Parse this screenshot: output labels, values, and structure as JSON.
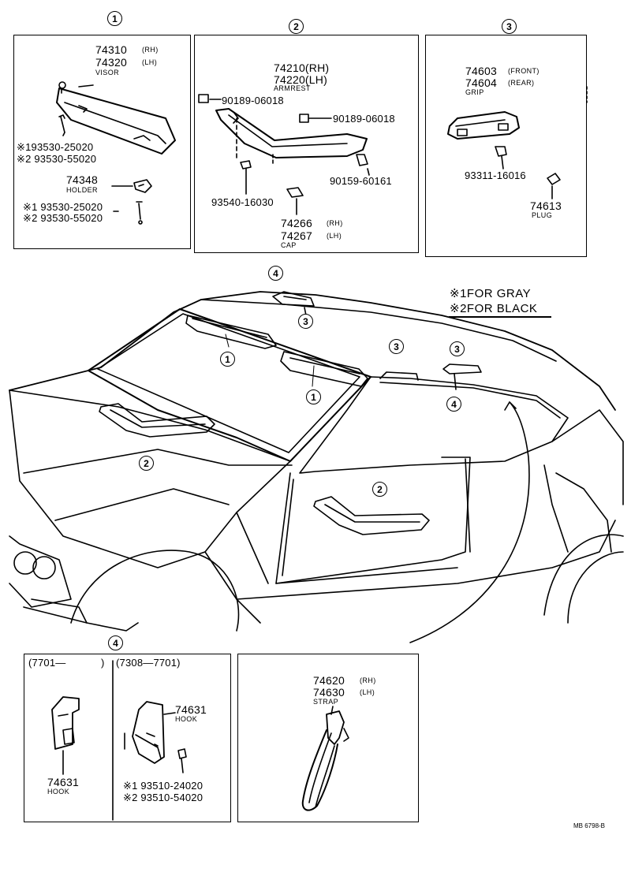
{
  "callouts": {
    "c1": "1",
    "c2": "2",
    "c3": "3",
    "c4": "4",
    "car_visor_left": "1",
    "car_visor_right": "1",
    "car_armrest_front": "2",
    "car_armrest_rear": "2",
    "car_grip_top": "3",
    "car_grip_mid": "3",
    "car_grip_right": "3",
    "car_hook_top": "4",
    "car_hook_right": "4"
  },
  "panel1": {
    "visor_rh": "74310",
    "rh": "(RH)",
    "visor_lh": "74320",
    "lh": "(LH)",
    "visor_label": "VISOR",
    "screw_a1": "※193530-25020",
    "screw_a2": "※2 93530-55020",
    "holder_pn": "74348",
    "holder_label": "HOLDER",
    "screw_b1": "※1 93530-25020",
    "screw_b2": "※2 93530-55020"
  },
  "panel2": {
    "armrest_rh": "74210(RH)",
    "armrest_lh": "74220(LH)",
    "armrest_label": "ARMREST",
    "clip_left": "90189-06018",
    "clip_right": "90189-06018",
    "screw_right": "90159-60161",
    "screw_left": "93540-16030",
    "cap_rh": "74266",
    "rh": "(RH)",
    "cap_lh": "74267",
    "lh": "(LH)",
    "cap_label": "CAP"
  },
  "panel3": {
    "grip_front": "74603",
    "front": "(FRONT)",
    "grip_rear": "74604",
    "rear": "(REAR)",
    "grip_label": "GRIP",
    "screw": "93311-16016",
    "plug_pn": "74613",
    "plug_label": "PLUG"
  },
  "notes": {
    "gray": "※1FOR GRAY",
    "black": "※2FOR BLACK"
  },
  "panel4": {
    "range_left": "(7701—",
    "range_left_end": ")",
    "range_right": "(7308—7701)",
    "hook_right_pn": "74631",
    "hook_right_label": "HOOK",
    "hook_left_pn": "74631",
    "hook_left_label": "HOOK",
    "screw_1": "※1 93510-24020",
    "screw_2": "※2 93510-54020"
  },
  "panel5": {
    "strap_rh": "74620",
    "rh": "(RH)",
    "strap_lh": "74630",
    "lh": "(LH)",
    "strap_label": "STRAP"
  },
  "footer": {
    "code": "MB 6798-B"
  }
}
